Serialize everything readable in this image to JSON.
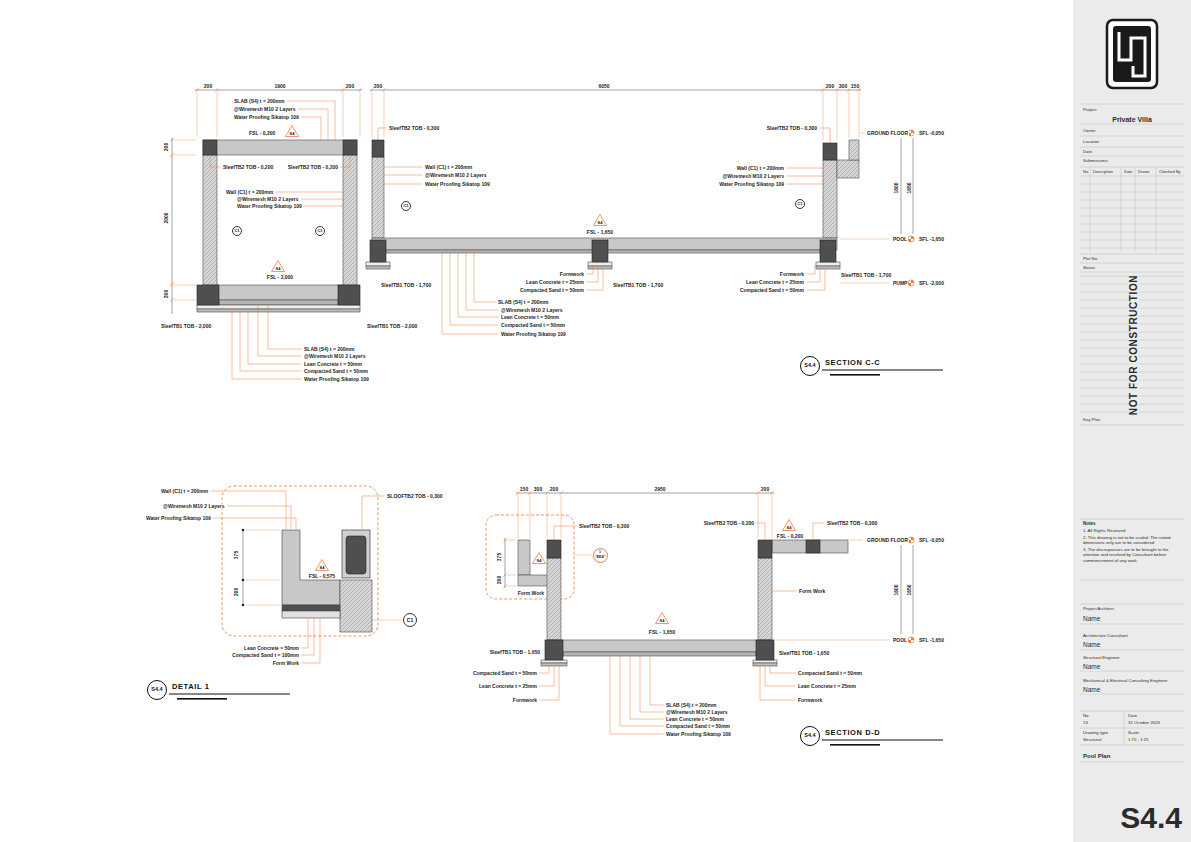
{
  "diagram": {
    "nodes": [
      {
        "text": [
          "S4"
        ]
      },
      {
        "text": [
          "S4"
        ]
      },
      {
        "text": [
          "S4"
        ]
      },
      {
        "text": [
          "C1"
        ]
      },
      {
        "text": [
          "C1"
        ]
      },
      {
        "text": [
          "C1"
        ]
      },
      {
        "text": [
          "C1"
        ]
      },
      {
        "text": [
          "S4.4",
          "SECTION C-C"
        ]
      },
      {
        "text": [
          "S4"
        ]
      },
      {
        "text": [
          "C1"
        ]
      },
      {
        "text": [
          "S4.4",
          "DETAIL 1"
        ]
      },
      {
        "text": [
          "S4"
        ]
      },
      {
        "text": [
          "1",
          "S4.4"
        ]
      },
      {
        "text": [
          "S4"
        ]
      },
      {
        "text": [
          "S4"
        ]
      },
      {
        "text": [
          "S4.4",
          "SECTION D-D"
        ]
      }
    ],
    "labels": [
      "200",
      "1900",
      "200",
      "200",
      "6050",
      "200",
      "300",
      "150",
      "SLAB (S4) t = 200mm",
      "@Wiremesh M10 2 Layers",
      "Water Proofing Sikatop 109",
      "FSL - 0,200",
      "SleefTB2 TOB - 0,200",
      "SleefTB2 TOB - 0,200",
      "Wall (C1) t = 200mm",
      "@Wiremesh M10 2 Layers",
      "Water Proofing Sikatop 109",
      "FSL - 2,000",
      "200",
      "2000",
      "200",
      "SleefTB1 TOB - 2,000",
      "SleefTB1 TOB - 2,000",
      "SLAB (S4) t = 200mm",
      "@Wiremesh M10 2 Layers",
      "Lean Concrete t = 50mm",
      "Compacted Sand t = 50mm",
      "Water Proofing Sikatop 109",
      "SleefTB2 TOB - 0,300",
      "Wall (C1) t = 200mm",
      "@Wiremesh M10 2 Layers",
      "Water Proofing Sikatop 109",
      "SleefTB2 TOB - 0,300",
      "Wall (C1) t = 200mm",
      "@Wiremesh M10 2 Layers",
      "Water Proofing Sikatop 109",
      "FSL - 1,650",
      "Formwork",
      "Lean Concrete t = 25mm",
      "Compacted Sand t = 50mm",
      "SLAB (S4) t = 200mm",
      "@Wiremesh M10 2 Layers",
      "Lean Concrete t = 50mm",
      "Compacted Sand t = 50mm",
      "Water Proofing Sikatop 109",
      "SleefTB1 TOB - 1,700",
      "SleefTB1 TOB - 1,700",
      "SleefTB1 TOB - 1,700",
      "Formwork",
      "Lean Concrete t = 25mm",
      "Compacted Sand t = 50mm",
      "GROUND FLOOR",
      "SFL -0,050",
      "1600",
      "1650",
      "POOL",
      "SFL -1,650",
      "PUMP",
      "SFL -2,000",
      "Wall (C1) t = 200mm",
      "@Wiremesh M10 2 Layers",
      "Water Proofing Sikatop 109",
      "SLOOFTB2 TOB - 0,300",
      "375",
      "200",
      "FSL - 0,575",
      "Lean Concrete = 50mm",
      "Compacted Sand t = 100mm",
      "Form Work",
      "150",
      "300",
      "200",
      "2950",
      "200",
      "375",
      "200",
      "SleefTB2 TOB - 0,300",
      "SleefTB2 TOB - 0,200",
      "FSL - 0,200",
      "SleefTB2 TOB - 0,300",
      "GROUND FLOOR",
      "SFL -0,050",
      "Form Work",
      "Form Work",
      "1600",
      "1650",
      "FSL - 1,650",
      "POOL",
      "SFL -1,650",
      "SleefTB1 TOB - 1,650",
      "SleefTB1 TOB - 1,650",
      "Compacted Sand t = 50mm",
      "Lean Concrete t = 25mm",
      "Formwork",
      "Compacted Sand t = 50mm",
      "Lean Concrete t = 25mm",
      "Formwork",
      "SLAB (S4) t = 200mm",
      "@Wiremesh M10 2 Layers",
      "Lean Concrete t = 50mm",
      "Compacted Sand t = 50mm",
      "Water Proofing Sikatop 109",
      "Project",
      "Private Villa",
      "Owner",
      "Location",
      "Date",
      "Submissions:",
      "No.",
      "Description",
      "Date",
      "Drawn",
      "Checked By",
      "Plot No.",
      "Status",
      "NOT FOR CONSTRUCTION",
      "Key Plan",
      "Notes",
      "1. All Rights Reserved",
      "2. This drawing is not to be scaled. The stated dimensions only are to be considered",
      "3. The discrepancies are to be brought to the attention and resolved by Consultant before commencement of any work.",
      "Project Architect",
      "Name",
      "Architecture Consultant",
      "Name",
      "Structural Engineer",
      "Name",
      "Mechanical & Electrical Consulting Engineer",
      "Name",
      "No.",
      "Date",
      "13",
      "31 October 2023",
      "Drawing type",
      "Scale:",
      "Structural",
      "1:75 ; 1:25",
      "Pool Plan",
      "S4.4"
    ]
  }
}
